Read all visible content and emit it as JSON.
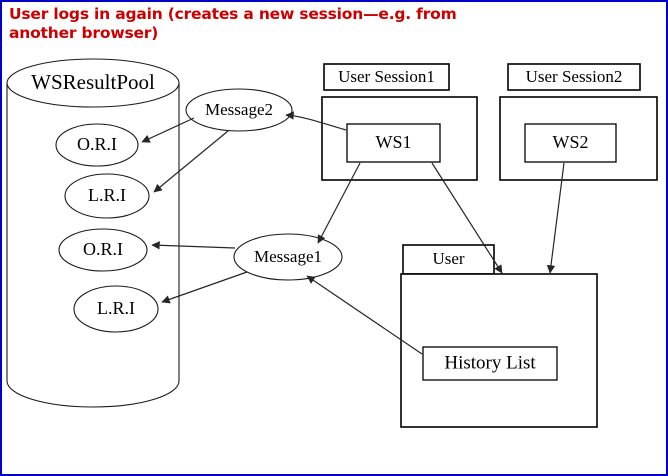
{
  "title": "User logs in again (creates a new session—e.g. from\nanother browser)",
  "colors": {
    "title": "#cc0000",
    "border": "#0000c8",
    "stroke": "#1a1a1a",
    "background": "#ffffff"
  },
  "datastore": {
    "label": "WSResultPool",
    "items": [
      {
        "label": "O.R.I"
      },
      {
        "label": "L.R.I"
      },
      {
        "label": "O.R.I"
      },
      {
        "label": "L.R.I"
      }
    ]
  },
  "messages": [
    {
      "label": "Message2"
    },
    {
      "label": "Message1"
    }
  ],
  "packages": [
    {
      "name": "User Session1",
      "child": "WS1"
    },
    {
      "name": "User Session2",
      "child": "WS2"
    },
    {
      "name": "User",
      "child": "History List"
    }
  ],
  "edges": [
    {
      "from": "WS1",
      "to": "Message2"
    },
    {
      "from": "Message2",
      "to": "O.R.I"
    },
    {
      "from": "Message2",
      "to": "L.R.I"
    },
    {
      "from": "WS1",
      "to": "Message1"
    },
    {
      "from": "Message1",
      "to": "O.R.I"
    },
    {
      "from": "Message1",
      "to": "L.R.I"
    },
    {
      "from": "History List",
      "to": "Message1"
    },
    {
      "from": "WS1",
      "to": "User"
    },
    {
      "from": "WS2",
      "to": "User"
    }
  ]
}
